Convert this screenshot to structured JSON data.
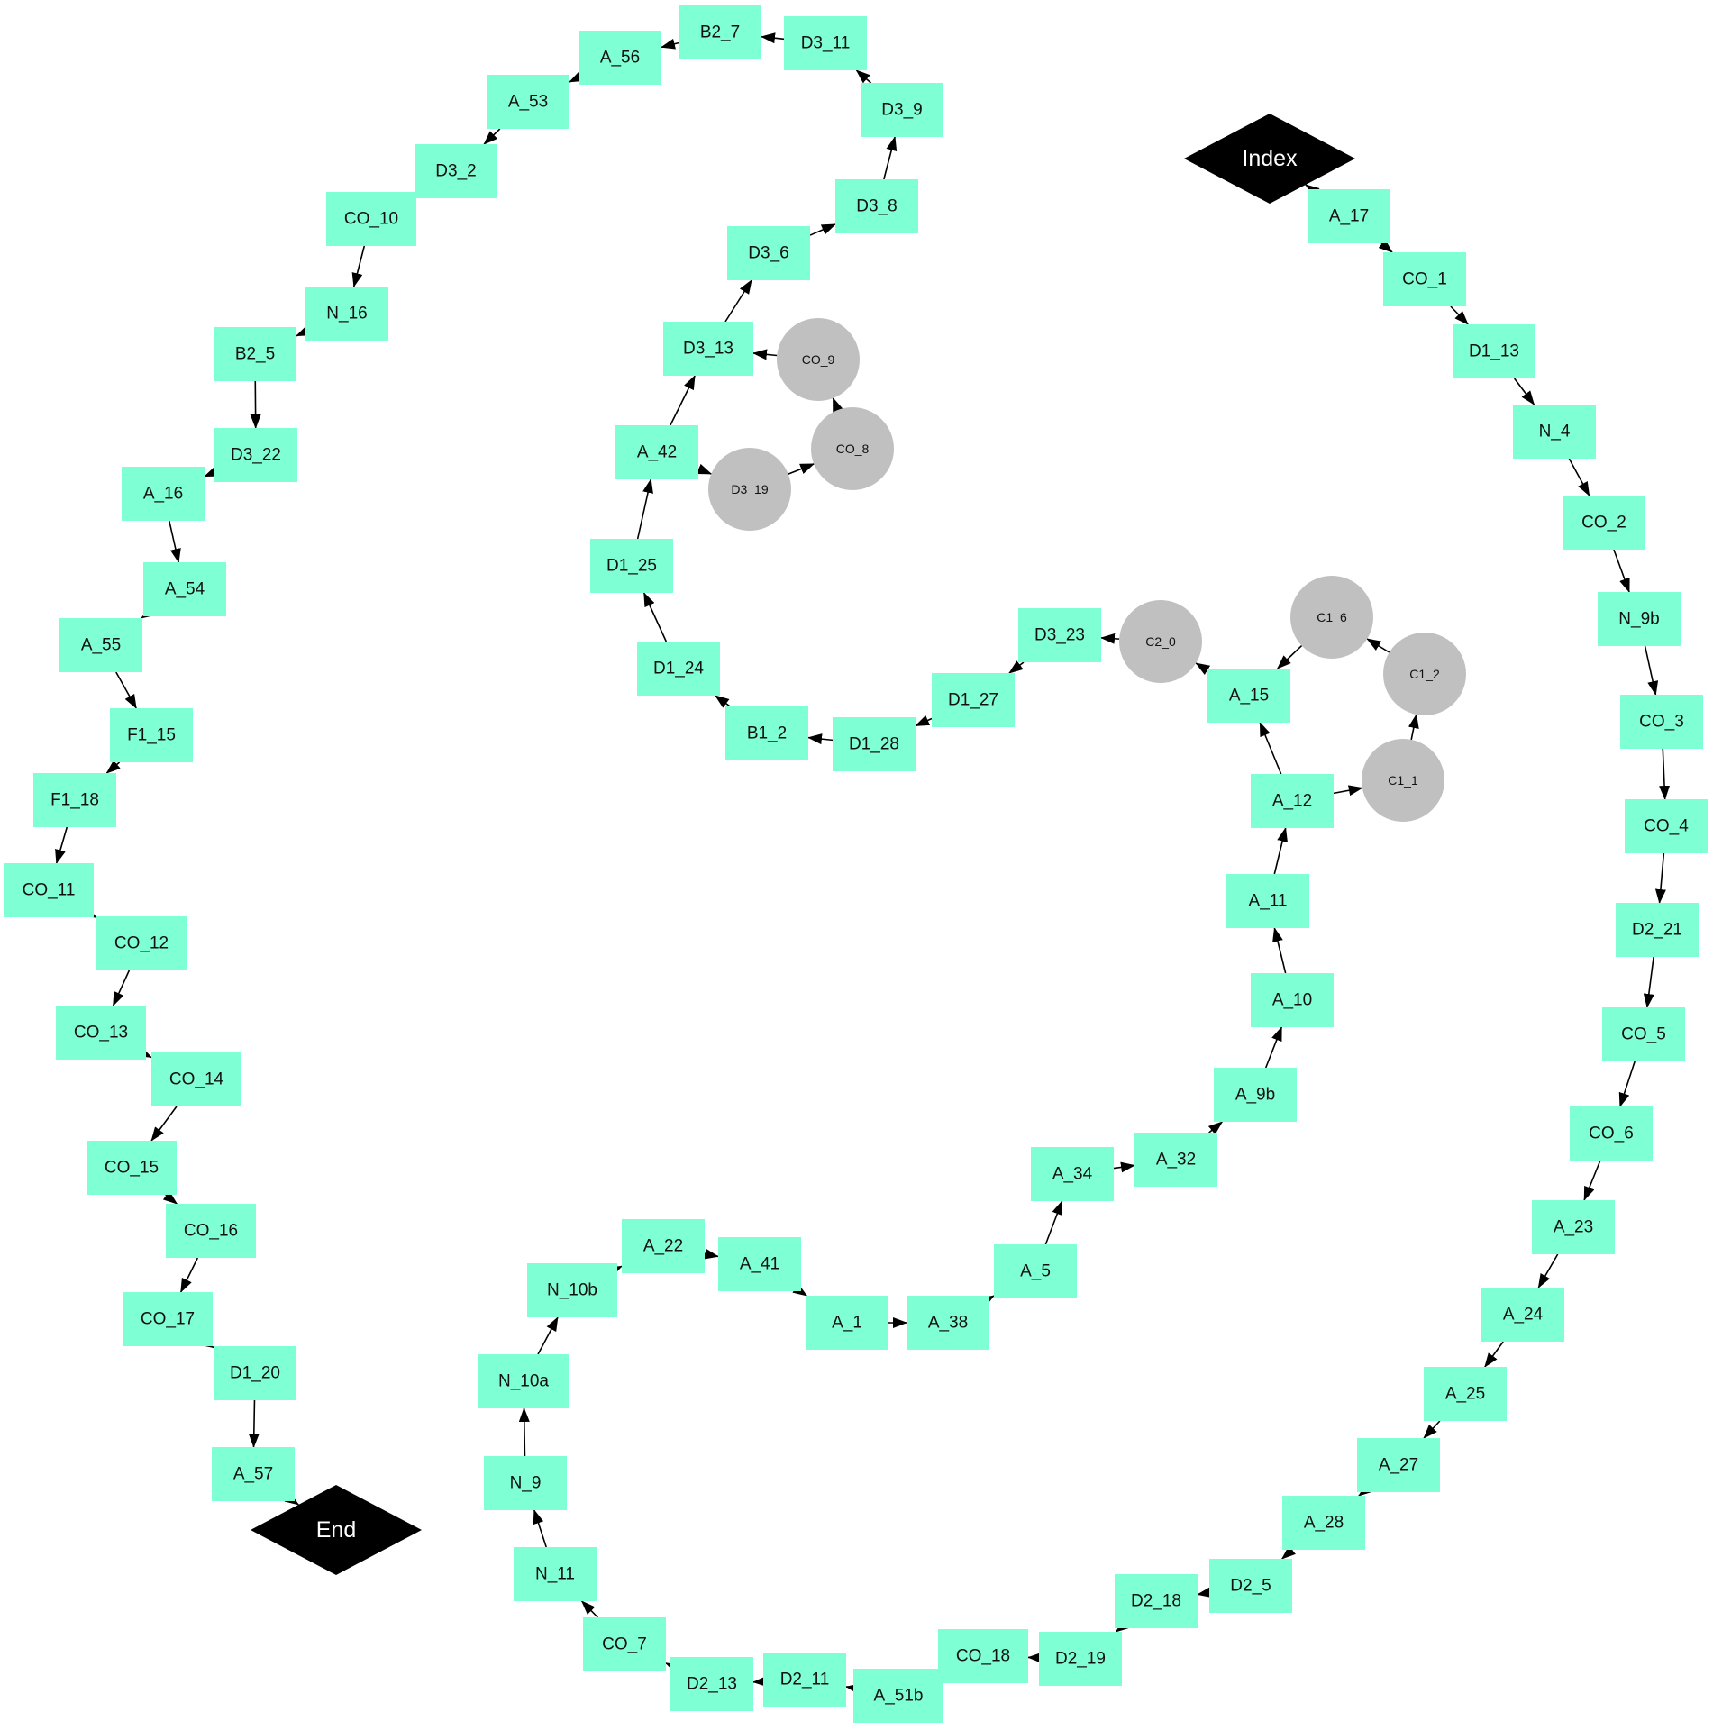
{
  "colors": {
    "box": "#7fffd4",
    "circle": "#c0c0c0",
    "diamond": "#000000",
    "edge": "#000000"
  },
  "nodes": [
    {
      "id": "Index",
      "label": "Index",
      "shape": "diamond"
    },
    {
      "id": "A_17",
      "label": "A_17",
      "shape": "box"
    },
    {
      "id": "CO_1",
      "label": "CO_1",
      "shape": "box"
    },
    {
      "id": "D1_13",
      "label": "D1_13",
      "shape": "box"
    },
    {
      "id": "N_4",
      "label": "N_4",
      "shape": "box"
    },
    {
      "id": "CO_2",
      "label": "CO_2",
      "shape": "box"
    },
    {
      "id": "N_9b",
      "label": "N_9b",
      "shape": "box"
    },
    {
      "id": "CO_3",
      "label": "CO_3",
      "shape": "box"
    },
    {
      "id": "CO_4",
      "label": "CO_4",
      "shape": "box"
    },
    {
      "id": "D2_21",
      "label": "D2_21",
      "shape": "box"
    },
    {
      "id": "CO_5",
      "label": "CO_5",
      "shape": "box"
    },
    {
      "id": "CO_6",
      "label": "CO_6",
      "shape": "box"
    },
    {
      "id": "A_23",
      "label": "A_23",
      "shape": "box"
    },
    {
      "id": "A_24",
      "label": "A_24",
      "shape": "box"
    },
    {
      "id": "A_25",
      "label": "A_25",
      "shape": "box"
    },
    {
      "id": "A_27",
      "label": "A_27",
      "shape": "box"
    },
    {
      "id": "A_28",
      "label": "A_28",
      "shape": "box"
    },
    {
      "id": "D2_5",
      "label": "D2_5",
      "shape": "box"
    },
    {
      "id": "D2_18",
      "label": "D2_18",
      "shape": "box"
    },
    {
      "id": "D2_19",
      "label": "D2_19",
      "shape": "box"
    },
    {
      "id": "CO_18",
      "label": "CO_18",
      "shape": "box"
    },
    {
      "id": "A_51b",
      "label": "A_51b",
      "shape": "box"
    },
    {
      "id": "D2_11",
      "label": "D2_11",
      "shape": "box"
    },
    {
      "id": "D2_13",
      "label": "D2_13",
      "shape": "box"
    },
    {
      "id": "CO_7",
      "label": "CO_7",
      "shape": "box"
    },
    {
      "id": "N_11",
      "label": "N_11",
      "shape": "box"
    },
    {
      "id": "N_9",
      "label": "N_9",
      "shape": "box"
    },
    {
      "id": "N_10a",
      "label": "N_10a",
      "shape": "box"
    },
    {
      "id": "N_10b",
      "label": "N_10b",
      "shape": "box"
    },
    {
      "id": "A_22",
      "label": "A_22",
      "shape": "box"
    },
    {
      "id": "A_41",
      "label": "A_41",
      "shape": "box"
    },
    {
      "id": "A_1",
      "label": "A_1",
      "shape": "box"
    },
    {
      "id": "A_38",
      "label": "A_38",
      "shape": "box"
    },
    {
      "id": "A_5",
      "label": "A_5",
      "shape": "box"
    },
    {
      "id": "A_34",
      "label": "A_34",
      "shape": "box"
    },
    {
      "id": "A_32",
      "label": "A_32",
      "shape": "box"
    },
    {
      "id": "A_9b",
      "label": "A_9b",
      "shape": "box"
    },
    {
      "id": "A_10",
      "label": "A_10",
      "shape": "box"
    },
    {
      "id": "A_11",
      "label": "A_11",
      "shape": "box"
    },
    {
      "id": "A_12",
      "label": "A_12",
      "shape": "box"
    },
    {
      "id": "C1_1",
      "label": "C1_1",
      "shape": "circle"
    },
    {
      "id": "C1_2",
      "label": "C1_2",
      "shape": "circle"
    },
    {
      "id": "C1_6",
      "label": "C1_6",
      "shape": "circle"
    },
    {
      "id": "A_15",
      "label": "A_15",
      "shape": "box"
    },
    {
      "id": "C2_0",
      "label": "C2_0",
      "shape": "circle"
    },
    {
      "id": "D3_23",
      "label": "D3_23",
      "shape": "box"
    },
    {
      "id": "D1_27",
      "label": "D1_27",
      "shape": "box"
    },
    {
      "id": "D1_28",
      "label": "D1_28",
      "shape": "box"
    },
    {
      "id": "B1_2",
      "label": "B1_2",
      "shape": "box"
    },
    {
      "id": "D1_24",
      "label": "D1_24",
      "shape": "box"
    },
    {
      "id": "D1_25",
      "label": "D1_25",
      "shape": "box"
    },
    {
      "id": "A_42",
      "label": "A_42",
      "shape": "box"
    },
    {
      "id": "D3_19",
      "label": "D3_19",
      "shape": "circle"
    },
    {
      "id": "CO_8",
      "label": "CO_8",
      "shape": "circle"
    },
    {
      "id": "CO_9",
      "label": "CO_9",
      "shape": "circle"
    },
    {
      "id": "D3_13",
      "label": "D3_13",
      "shape": "box"
    },
    {
      "id": "D3_6",
      "label": "D3_6",
      "shape": "box"
    },
    {
      "id": "D3_8",
      "label": "D3_8",
      "shape": "box"
    },
    {
      "id": "D3_9",
      "label": "D3_9",
      "shape": "box"
    },
    {
      "id": "D3_11",
      "label": "D3_11",
      "shape": "box"
    },
    {
      "id": "B2_7",
      "label": "B2_7",
      "shape": "box"
    },
    {
      "id": "A_56",
      "label": "A_56",
      "shape": "box"
    },
    {
      "id": "A_53",
      "label": "A_53",
      "shape": "box"
    },
    {
      "id": "D3_2",
      "label": "D3_2",
      "shape": "box"
    },
    {
      "id": "CO_10",
      "label": "CO_10",
      "shape": "box"
    },
    {
      "id": "N_16",
      "label": "N_16",
      "shape": "box"
    },
    {
      "id": "B2_5",
      "label": "B2_5",
      "shape": "box"
    },
    {
      "id": "D3_22",
      "label": "D3_22",
      "shape": "box"
    },
    {
      "id": "A_16",
      "label": "A_16",
      "shape": "box"
    },
    {
      "id": "A_54",
      "label": "A_54",
      "shape": "box"
    },
    {
      "id": "A_55",
      "label": "A_55",
      "shape": "box"
    },
    {
      "id": "F1_15",
      "label": "F1_15",
      "shape": "box"
    },
    {
      "id": "F1_18",
      "label": "F1_18",
      "shape": "box"
    },
    {
      "id": "CO_11",
      "label": "CO_11",
      "shape": "box"
    },
    {
      "id": "CO_12",
      "label": "CO_12",
      "shape": "box"
    },
    {
      "id": "CO_13",
      "label": "CO_13",
      "shape": "box"
    },
    {
      "id": "CO_14",
      "label": "CO_14",
      "shape": "box"
    },
    {
      "id": "CO_15",
      "label": "CO_15",
      "shape": "box"
    },
    {
      "id": "CO_16",
      "label": "CO_16",
      "shape": "box"
    },
    {
      "id": "CO_17",
      "label": "CO_17",
      "shape": "box"
    },
    {
      "id": "D1_20",
      "label": "D1_20",
      "shape": "box"
    },
    {
      "id": "A_57",
      "label": "A_57",
      "shape": "box"
    },
    {
      "id": "End",
      "label": "End",
      "shape": "diamond"
    }
  ],
  "edges": [
    [
      "Index",
      "A_17",
      "back"
    ],
    [
      "A_17",
      "CO_1"
    ],
    [
      "CO_1",
      "D1_13"
    ],
    [
      "D1_13",
      "N_4"
    ],
    [
      "N_4",
      "CO_2"
    ],
    [
      "CO_2",
      "N_9b"
    ],
    [
      "N_9b",
      "CO_3"
    ],
    [
      "CO_3",
      "CO_4"
    ],
    [
      "CO_4",
      "D2_21"
    ],
    [
      "D2_21",
      "CO_5"
    ],
    [
      "CO_5",
      "CO_6"
    ],
    [
      "CO_6",
      "A_23"
    ],
    [
      "A_23",
      "A_24"
    ],
    [
      "A_24",
      "A_25"
    ],
    [
      "A_25",
      "A_27"
    ],
    [
      "A_27",
      "A_28"
    ],
    [
      "A_28",
      "D2_5"
    ],
    [
      "D2_5",
      "D2_18"
    ],
    [
      "D2_18",
      "D2_19"
    ],
    [
      "D2_19",
      "CO_18"
    ],
    [
      "CO_18",
      "A_51b"
    ],
    [
      "A_51b",
      "D2_11"
    ],
    [
      "D2_11",
      "D2_13"
    ],
    [
      "D2_13",
      "CO_7"
    ],
    [
      "CO_7",
      "N_11"
    ],
    [
      "N_11",
      "N_9"
    ],
    [
      "N_9",
      "N_10a"
    ],
    [
      "N_10a",
      "N_10b"
    ],
    [
      "N_10b",
      "A_22"
    ],
    [
      "A_22",
      "A_41"
    ],
    [
      "A_41",
      "A_1"
    ],
    [
      "A_1",
      "A_38"
    ],
    [
      "A_38",
      "A_5"
    ],
    [
      "A_5",
      "A_34"
    ],
    [
      "A_34",
      "A_32"
    ],
    [
      "A_32",
      "A_9b"
    ],
    [
      "A_9b",
      "A_10"
    ],
    [
      "A_10",
      "A_11"
    ],
    [
      "A_11",
      "A_12"
    ],
    [
      "A_12",
      "A_15"
    ],
    [
      "A_12",
      "C1_1"
    ],
    [
      "C1_1",
      "C1_2"
    ],
    [
      "C1_2",
      "C1_6"
    ],
    [
      "C1_6",
      "A_15"
    ],
    [
      "A_15",
      "C2_0"
    ],
    [
      "C2_0",
      "D3_23"
    ],
    [
      "D3_23",
      "D1_27"
    ],
    [
      "D1_27",
      "D1_28"
    ],
    [
      "D1_28",
      "B1_2"
    ],
    [
      "B1_2",
      "D1_24"
    ],
    [
      "D1_24",
      "D1_25"
    ],
    [
      "D1_25",
      "A_42"
    ],
    [
      "A_42",
      "D3_13"
    ],
    [
      "A_42",
      "D3_19"
    ],
    [
      "D3_19",
      "CO_8"
    ],
    [
      "CO_8",
      "CO_9"
    ],
    [
      "CO_9",
      "D3_13"
    ],
    [
      "D3_13",
      "D3_6"
    ],
    [
      "D3_6",
      "D3_8"
    ],
    [
      "D3_8",
      "D3_9"
    ],
    [
      "D3_9",
      "D3_11"
    ],
    [
      "D3_11",
      "B2_7"
    ],
    [
      "B2_7",
      "A_56"
    ],
    [
      "A_56",
      "A_53"
    ],
    [
      "A_53",
      "D3_2"
    ],
    [
      "D3_2",
      "CO_10"
    ],
    [
      "CO_10",
      "N_16"
    ],
    [
      "N_16",
      "B2_5"
    ],
    [
      "B2_5",
      "D3_22"
    ],
    [
      "D3_22",
      "A_16"
    ],
    [
      "A_16",
      "A_54"
    ],
    [
      "A_54",
      "A_55"
    ],
    [
      "A_55",
      "F1_15"
    ],
    [
      "F1_15",
      "F1_18"
    ],
    [
      "F1_18",
      "CO_11"
    ],
    [
      "CO_11",
      "CO_12"
    ],
    [
      "CO_12",
      "CO_13"
    ],
    [
      "CO_13",
      "CO_14"
    ],
    [
      "CO_14",
      "CO_15"
    ],
    [
      "CO_15",
      "CO_16"
    ],
    [
      "CO_16",
      "CO_17"
    ],
    [
      "CO_17",
      "D1_20"
    ],
    [
      "D1_20",
      "A_57"
    ],
    [
      "A_57",
      "End"
    ]
  ]
}
